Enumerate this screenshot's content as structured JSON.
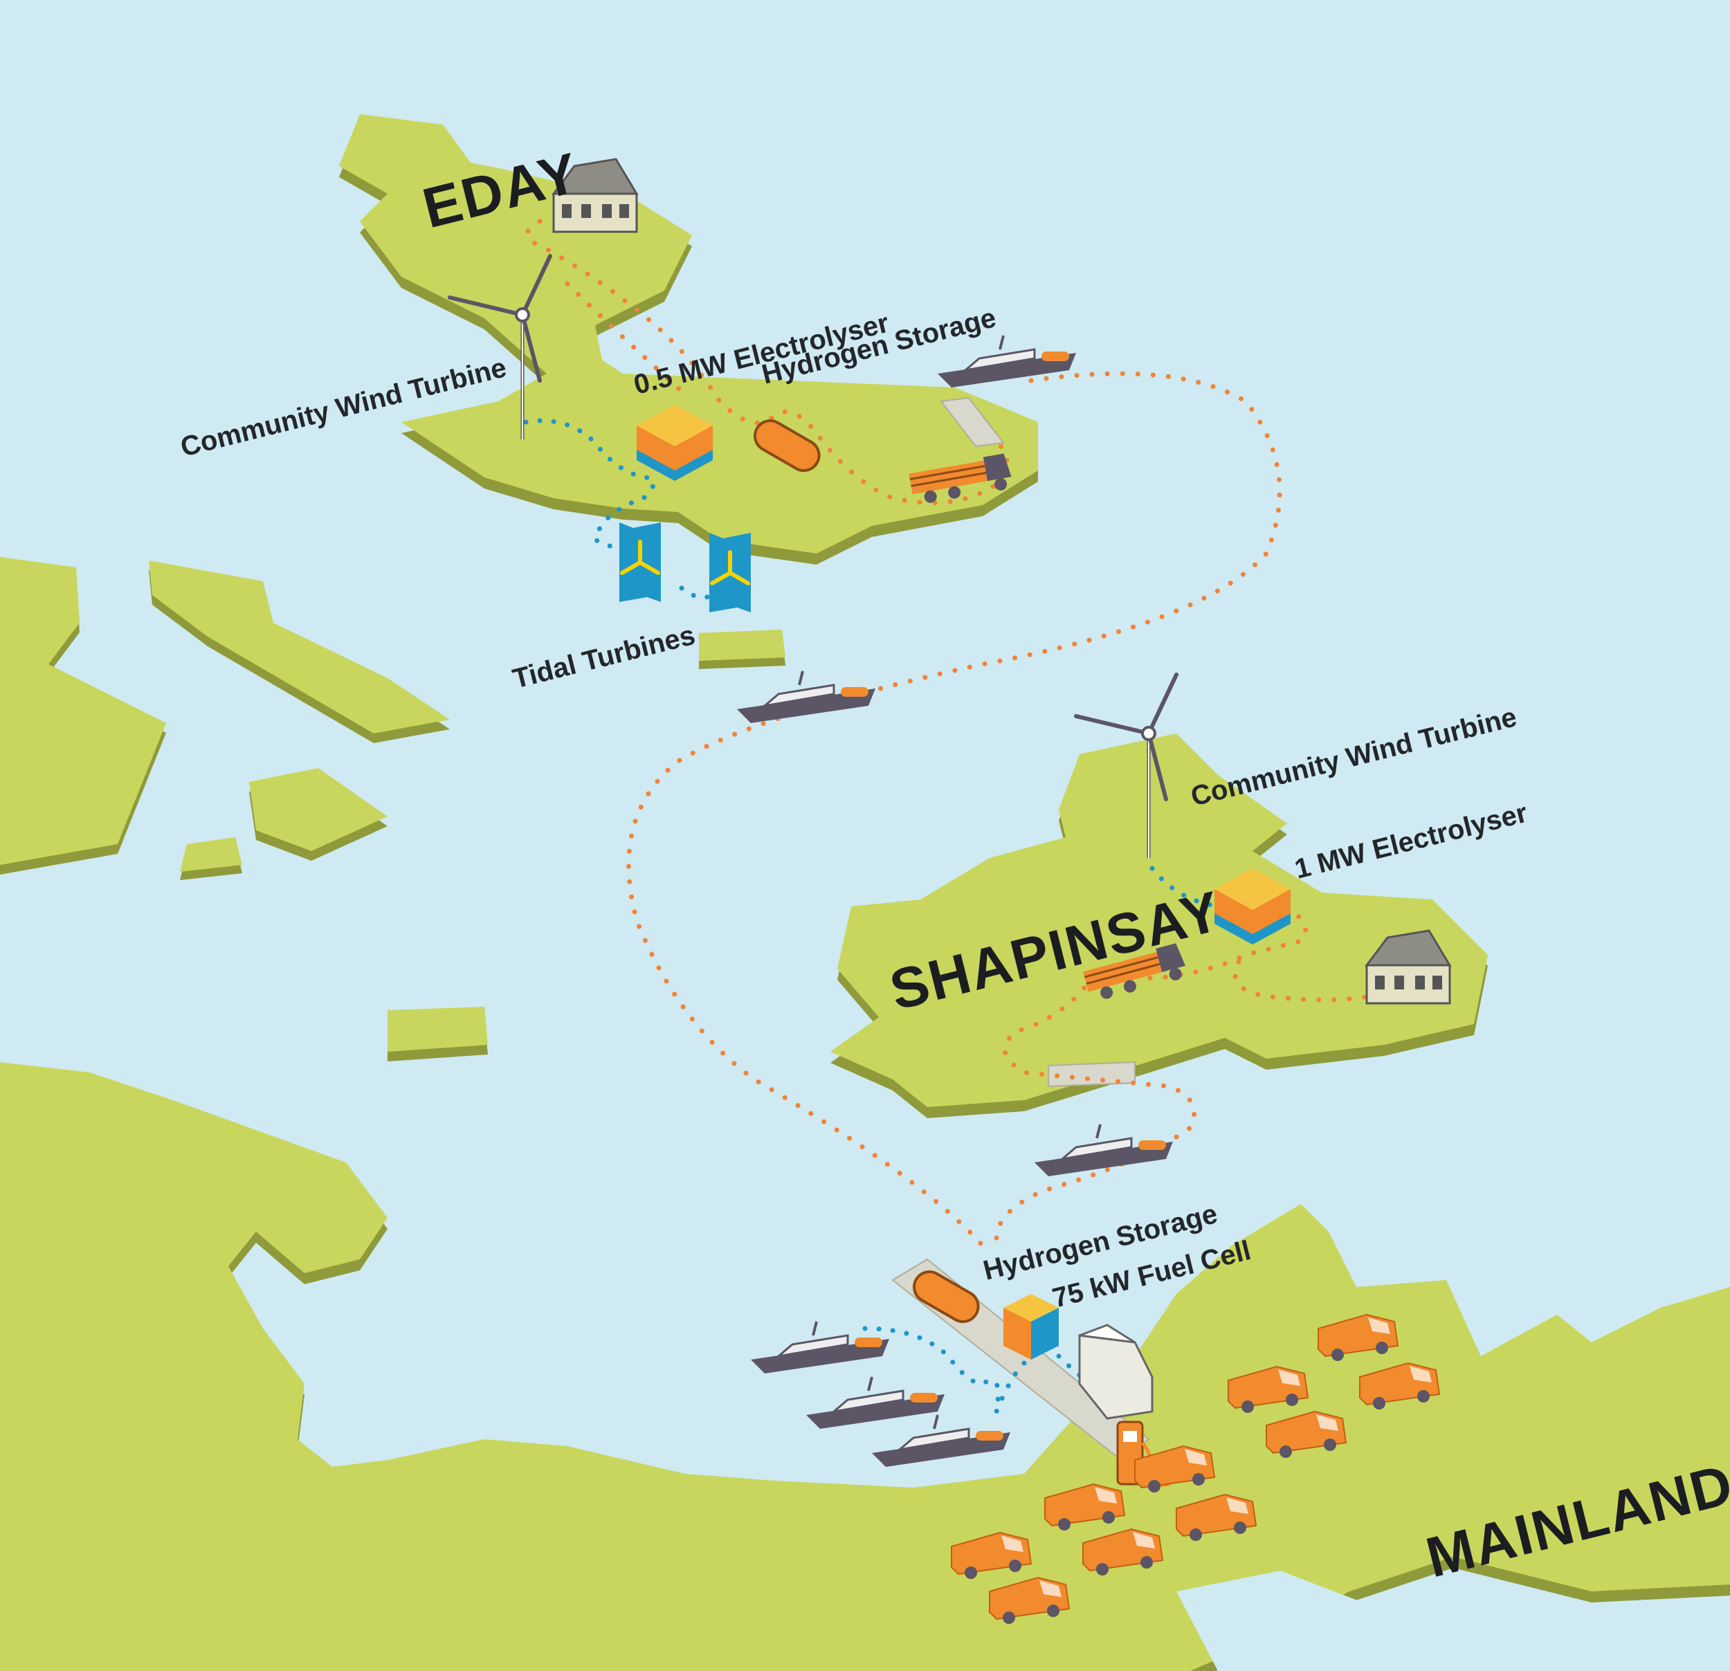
{
  "islands": {
    "eday": "EDAY",
    "shapinsay": "SHAPINSAY",
    "mainland": "MAINLAND"
  },
  "labels": {
    "eday_wind": "Community Wind Turbine",
    "eday_electrolyser": "0.5 MW Electrolyser",
    "eday_storage": "Hydrogen Storage",
    "tidal": "Tidal Turbines",
    "shap_wind": "Community Wind Turbine",
    "shap_electrolyser": "1 MW Electrolyser",
    "main_storage": "Hydrogen Storage",
    "fuel_cell": "75 kW Fuel Cell"
  },
  "colors": {
    "sea": "#cfeaf2",
    "land": "#c8d65d",
    "hydrogen_route": "#f0843a",
    "electric_route": "#1f96c8",
    "vehicle": "#f28a2e",
    "ferry": "#5b5566"
  }
}
